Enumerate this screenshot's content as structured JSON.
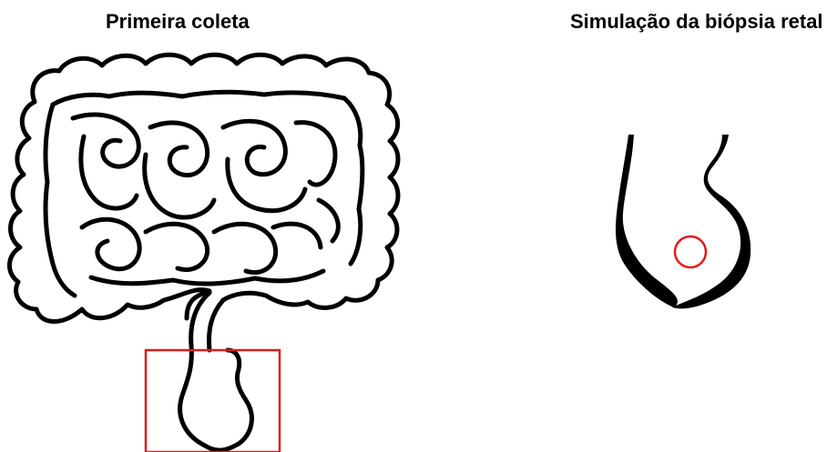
{
  "panels": {
    "left": {
      "title": "Primeira coleta",
      "illustration_icon": "intestine-icon",
      "highlight": "rectangle around rectum"
    },
    "right": {
      "title": "Simulação da biópsia retal",
      "illustration_icon": "rectum-icon",
      "highlight": "circle marking biopsy site"
    }
  },
  "colors": {
    "outline": "#000000",
    "highlight": "#e01b1b",
    "background": "#ffffff"
  }
}
